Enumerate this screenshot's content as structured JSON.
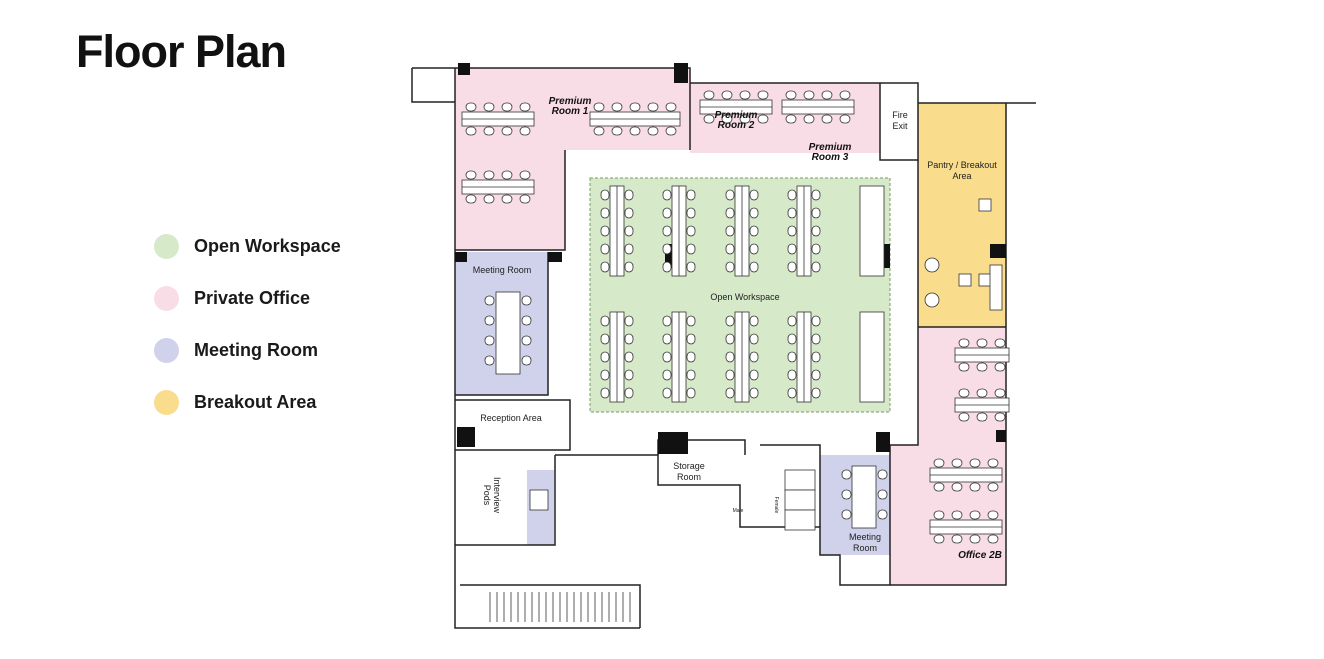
{
  "title": "Floor Plan",
  "legend": [
    {
      "label": "Open Workspace",
      "color": "#d6e9c9"
    },
    {
      "label": "Private Office",
      "color": "#f9dde6"
    },
    {
      "label": "Meeting Room",
      "color": "#cfd2ea"
    },
    {
      "label": "Breakout Area",
      "color": "#f9dc8c"
    }
  ],
  "rooms": {
    "premium1": [
      "Premium",
      "Room 1"
    ],
    "premium2": [
      "Premium",
      "Room 2"
    ],
    "premium3": [
      "Premium",
      "Room 3"
    ],
    "fire_exit": [
      "Fire",
      "Exit"
    ],
    "pantry": [
      "Pantry / Breakout",
      "Area"
    ],
    "meeting_left": "Meeting Room",
    "open_workspace": "Open Workspace",
    "reception": "Reception Area",
    "interview": [
      "Interview",
      "Pods"
    ],
    "storage": [
      "Storage",
      "Room"
    ],
    "male": "Male",
    "female": "Female",
    "meeting_bottom": [
      "Meeting",
      "Room"
    ],
    "office2b": "Office 2B"
  }
}
